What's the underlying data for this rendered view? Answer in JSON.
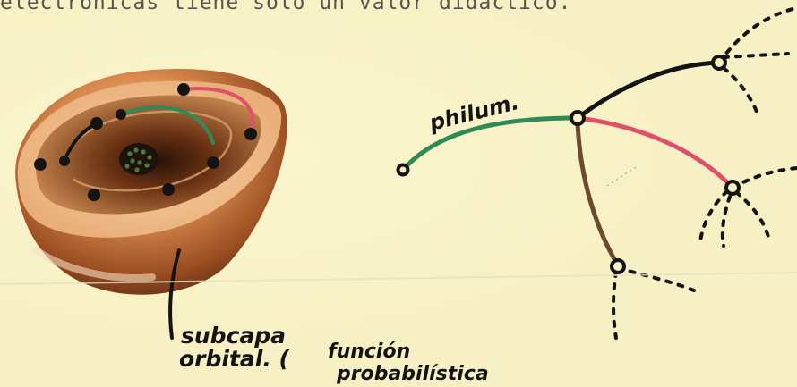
{
  "typed_text": "electronicas tiene solo un valor didactico.",
  "labels": {
    "philum": "philum.",
    "subcapa": "subcapa",
    "orbital": "orbital. (",
    "funcion": "función",
    "probabilistica": "probabilística"
  },
  "colors": {
    "paper": "#f7f0c4",
    "ink": "#141414",
    "green_branch": "#2f8a55",
    "pink_branch": "#e0506a",
    "brown_branch": "#6b4a2e",
    "shell_orange": "#c9783c"
  }
}
